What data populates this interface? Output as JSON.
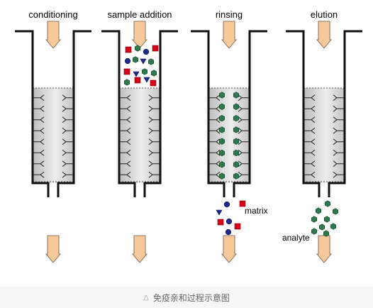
{
  "steps": [
    {
      "label": "conditioning"
    },
    {
      "label": "sample addition"
    },
    {
      "label": "rinsing"
    },
    {
      "label": "elution"
    }
  ],
  "annotations": {
    "matrix": "matrix",
    "analyte": "analyte"
  },
  "caption": {
    "icon": "triangle-icon",
    "text": "免疫亲和过程示意图"
  },
  "colors": {
    "arrow_fill": "#f7c99b",
    "arrow_stroke": "#8a7460",
    "analyte": "#2e7a4e",
    "matrix_red": "#d9001b",
    "matrix_blue": "#1d2b8f"
  }
}
